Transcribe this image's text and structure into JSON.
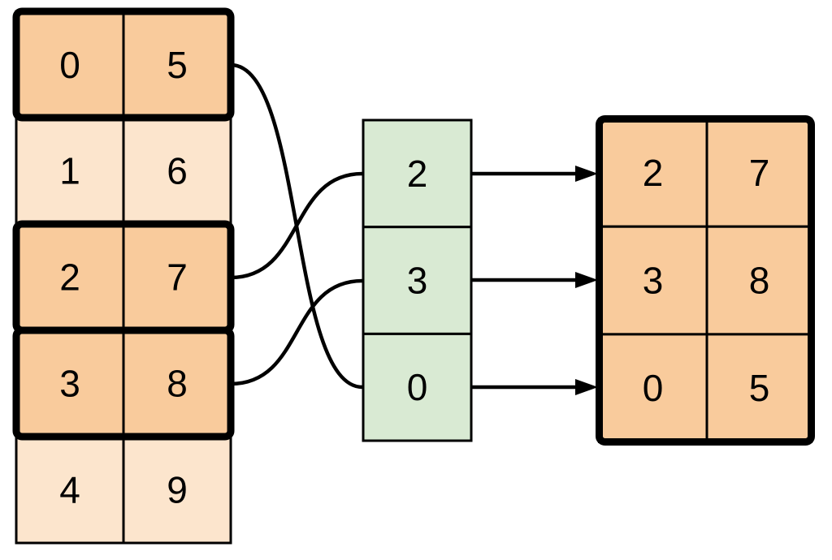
{
  "diagram": {
    "type": "row-gather",
    "colors": {
      "highlight_fill": "#F9CB9C",
      "dim_fill": "#FCE5CD",
      "index_fill": "#D9EAD3",
      "stroke": "#000000",
      "background": "#FFFFFF"
    },
    "source_table": {
      "rows": [
        {
          "cells": [
            "0",
            "5"
          ],
          "highlighted": true
        },
        {
          "cells": [
            "1",
            "6"
          ],
          "highlighted": false
        },
        {
          "cells": [
            "2",
            "7"
          ],
          "highlighted": true
        },
        {
          "cells": [
            "3",
            "8"
          ],
          "highlighted": true
        },
        {
          "cells": [
            "4",
            "9"
          ],
          "highlighted": false
        }
      ]
    },
    "index_column": {
      "cells": [
        "2",
        "3",
        "0"
      ]
    },
    "result_table": {
      "rows": [
        {
          "cells": [
            "2",
            "7"
          ]
        },
        {
          "cells": [
            "3",
            "8"
          ]
        },
        {
          "cells": [
            "0",
            "5"
          ]
        }
      ]
    },
    "connections": [
      {
        "source_row": 0,
        "index_cell": 2
      },
      {
        "source_row": 2,
        "index_cell": 0
      },
      {
        "source_row": 3,
        "index_cell": 1
      }
    ],
    "arrows": [
      {
        "index_cell": 0,
        "result_row": 0
      },
      {
        "index_cell": 1,
        "result_row": 1
      },
      {
        "index_cell": 2,
        "result_row": 2
      }
    ]
  }
}
